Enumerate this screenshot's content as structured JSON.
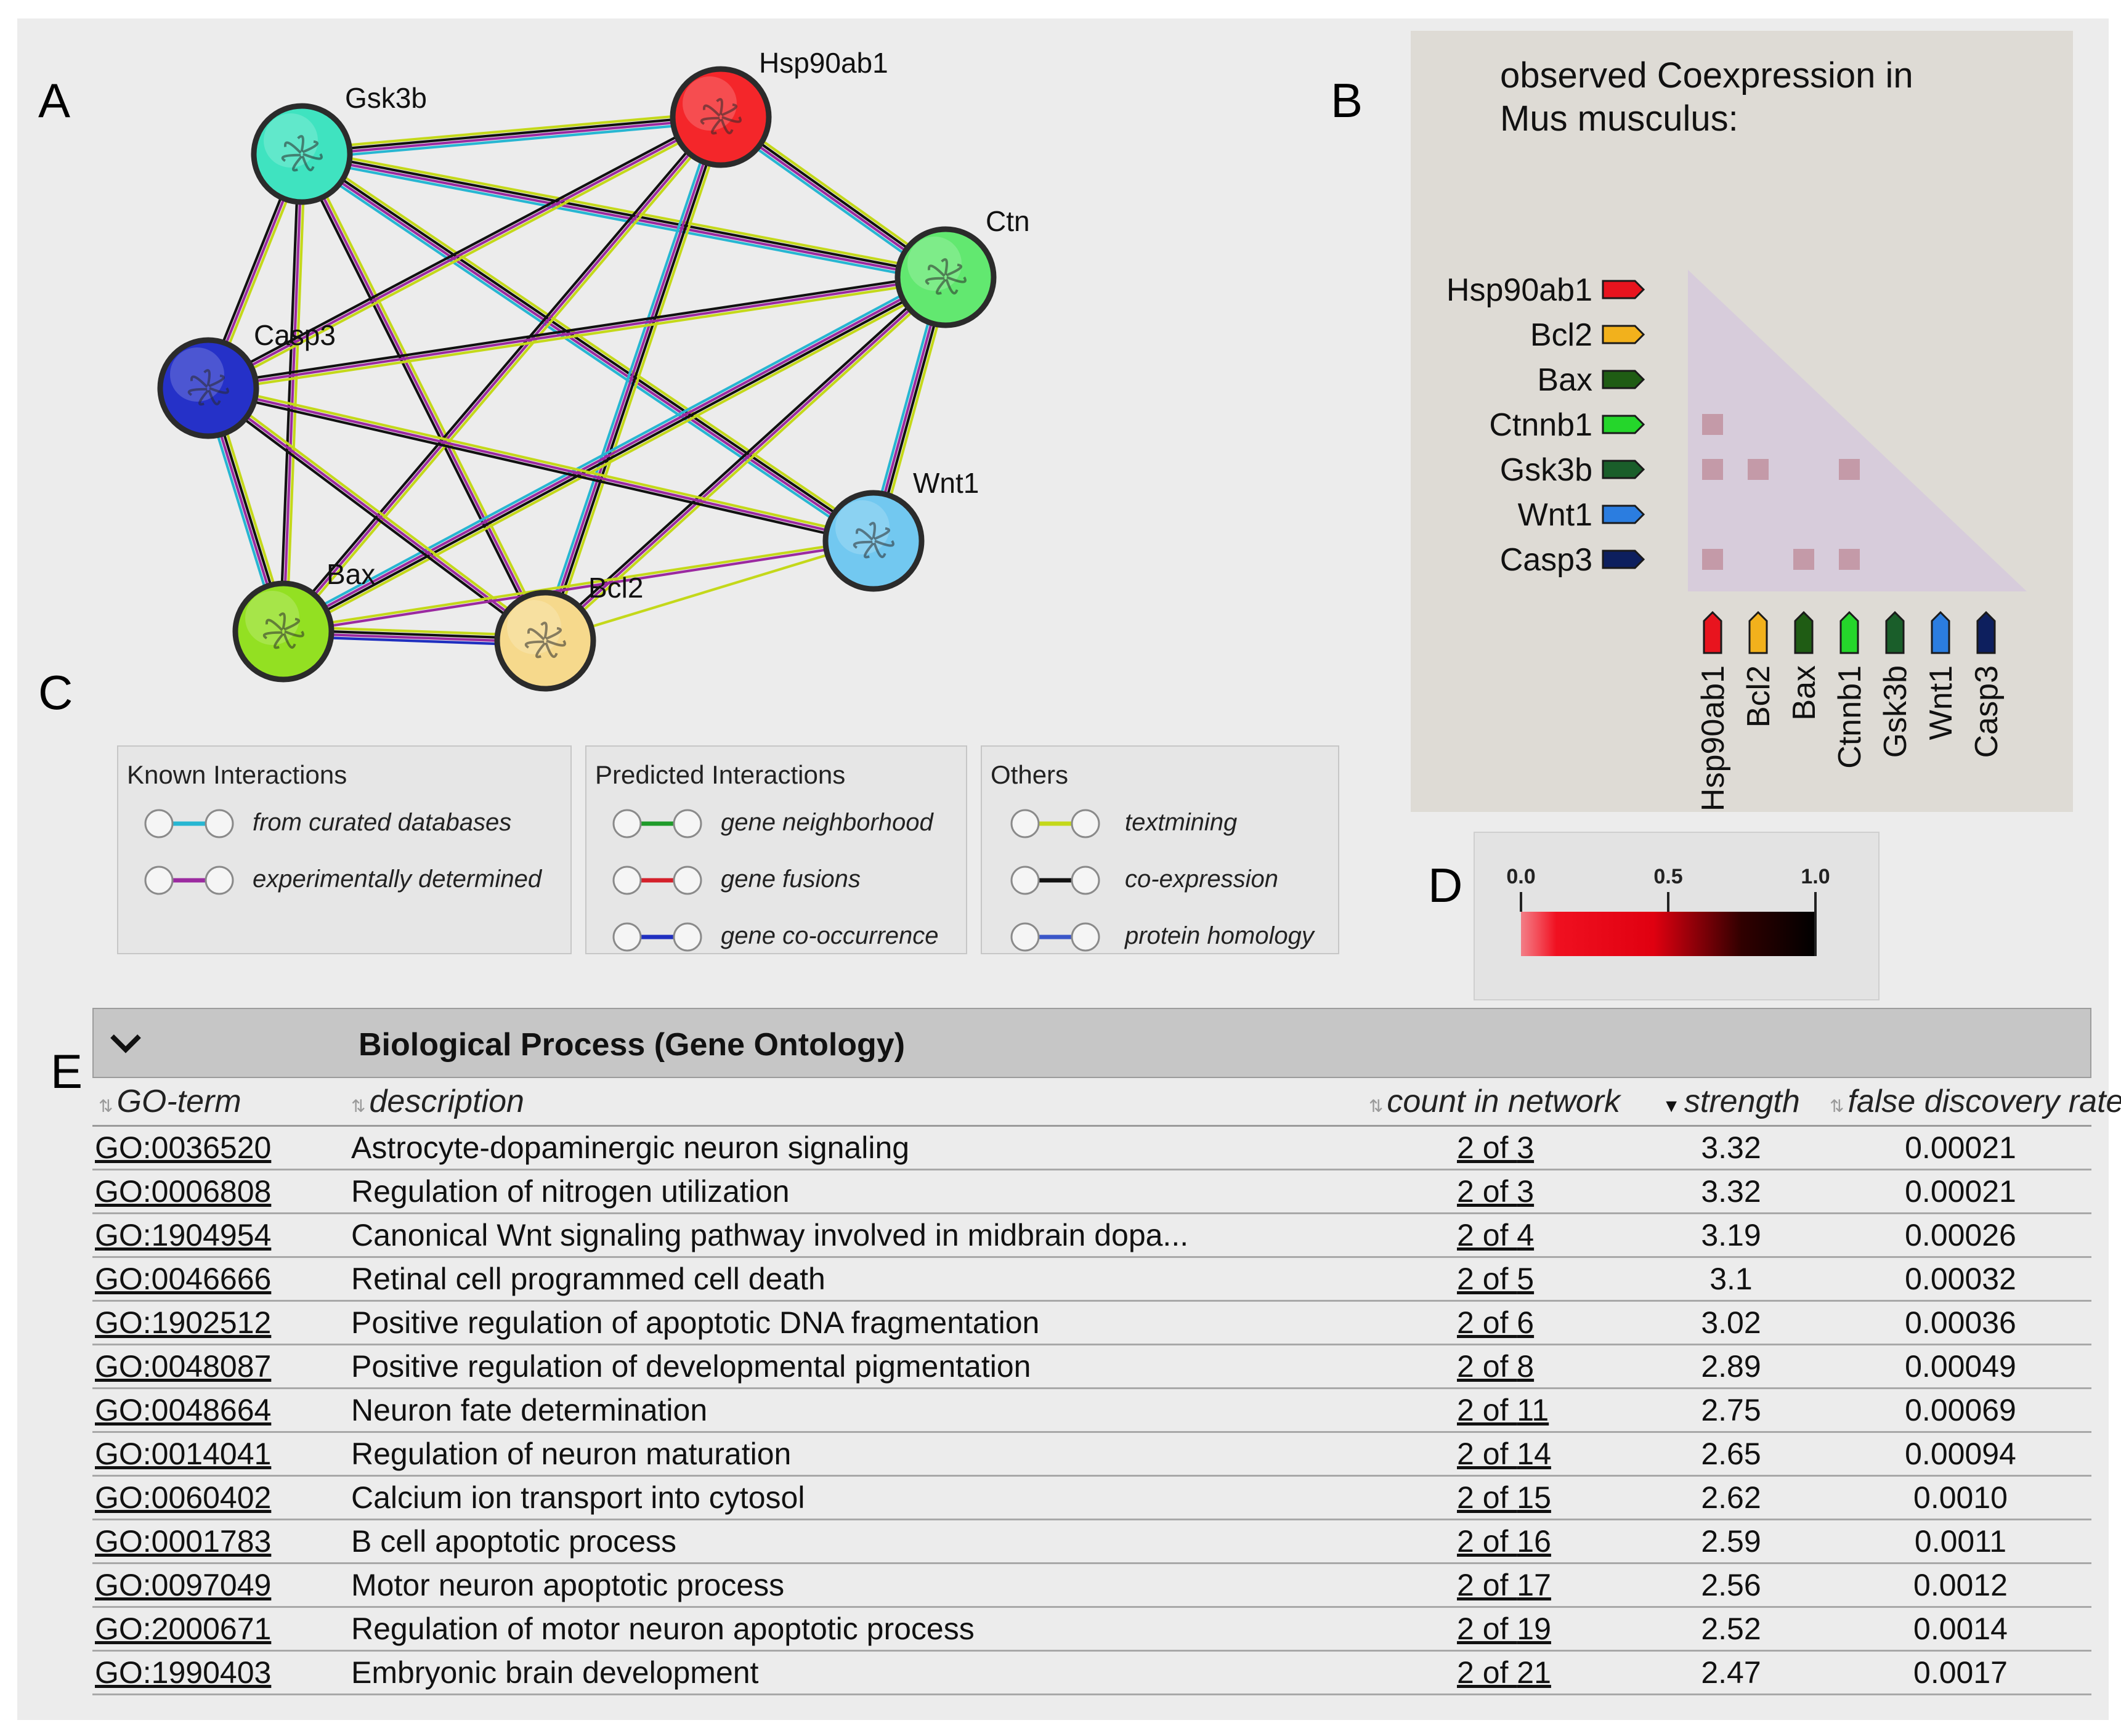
{
  "panel_letters": {
    "a": "A",
    "b": "B",
    "c": "C",
    "d": "D",
    "e": "E"
  },
  "network": {
    "nodes": [
      {
        "id": "gsk3b",
        "label": "Gsk3b",
        "color": "#3fe3c0"
      },
      {
        "id": "hsp90ab1",
        "label": "Hsp90ab1",
        "color": "#f4262a"
      },
      {
        "id": "ctn",
        "label": "Ctn",
        "color": "#62e870"
      },
      {
        "id": "casp3",
        "label": "Casp3",
        "color": "#2531c8"
      },
      {
        "id": "wnt1",
        "label": "Wnt1",
        "color": "#72c8f0"
      },
      {
        "id": "bax",
        "label": "Bax",
        "color": "#93e022"
      },
      {
        "id": "bcl2",
        "label": "Bcl2",
        "color": "#f6d98c"
      }
    ]
  },
  "coexpression": {
    "title_line1": "observed Coexpression in",
    "title_line2": "Mus musculus:",
    "genes": [
      {
        "label": "Hsp90ab1",
        "color": "#e8141e"
      },
      {
        "label": "Bcl2",
        "color": "#f2b11c"
      },
      {
        "label": "Bax",
        "color": "#1f5c14"
      },
      {
        "label": "Ctnnb1",
        "color": "#25d62b"
      },
      {
        "label": "Gsk3b",
        "color": "#1a5e2a"
      },
      {
        "label": "Wnt1",
        "color": "#2b7de0"
      },
      {
        "label": "Casp3",
        "color": "#0d1f5e"
      }
    ],
    "cells": [
      {
        "row": 3,
        "col": 0
      },
      {
        "row": 4,
        "col": 0
      },
      {
        "row": 4,
        "col": 1
      },
      {
        "row": 4,
        "col": 3
      },
      {
        "row": 6,
        "col": 0
      },
      {
        "row": 6,
        "col": 2
      },
      {
        "row": 6,
        "col": 3
      }
    ]
  },
  "legend": {
    "known": {
      "title": "Known Interactions",
      "items": [
        {
          "label": "from curated databases",
          "color": "#27b6d2"
        },
        {
          "label": "experimentally determined",
          "color": "#9b2aa0"
        }
      ]
    },
    "predicted": {
      "title": "Predicted Interactions",
      "items": [
        {
          "label": "gene neighborhood",
          "color": "#1f9b2a"
        },
        {
          "label": "gene fusions",
          "color": "#d4202a"
        },
        {
          "label": "gene co-occurrence",
          "color": "#1f2fc0"
        }
      ]
    },
    "others": {
      "title": "Others",
      "items": [
        {
          "label": "textmining",
          "color": "#c4d81a"
        },
        {
          "label": "co-expression",
          "color": "#111111"
        },
        {
          "label": "protein homology",
          "color": "#3a56c8"
        }
      ]
    }
  },
  "scale": {
    "ticks": [
      "0.0",
      "0.5",
      "1.0"
    ]
  },
  "go_table": {
    "title": "Biological Process (Gene Ontology)",
    "columns": {
      "term": "GO-term",
      "description": "description",
      "count": "count in network",
      "strength": "strength",
      "fdr": "false discovery rate"
    },
    "rows": [
      {
        "term": "GO:0036520",
        "description": "Astrocyte-dopaminergic neuron signaling",
        "count_of": "2 of ",
        "count_total": "3",
        "strength": "3.32",
        "fdr": "0.00021"
      },
      {
        "term": "GO:0006808",
        "description": "Regulation of nitrogen utilization",
        "count_of": "2 of ",
        "count_total": "3",
        "strength": "3.32",
        "fdr": "0.00021"
      },
      {
        "term": "GO:1904954",
        "description": "Canonical Wnt signaling pathway involved in midbrain dopa...",
        "count_of": "2 of ",
        "count_total": "4",
        "strength": "3.19",
        "fdr": "0.00026"
      },
      {
        "term": "GO:0046666",
        "description": "Retinal cell programmed cell death",
        "count_of": "2 of ",
        "count_total": "5",
        "strength": "3.1",
        "fdr": "0.00032"
      },
      {
        "term": "GO:1902512",
        "description": "Positive regulation of apoptotic DNA fragmentation",
        "count_of": "2 of ",
        "count_total": "6",
        "strength": "3.02",
        "fdr": "0.00036"
      },
      {
        "term": "GO:0048087",
        "description": "Positive regulation of developmental pigmentation",
        "count_of": "2 of ",
        "count_total": "8",
        "strength": "2.89",
        "fdr": "0.00049"
      },
      {
        "term": "GO:0048664",
        "description": "Neuron fate determination",
        "count_of": "2 of ",
        "count_total": "11",
        "strength": "2.75",
        "fdr": "0.00069"
      },
      {
        "term": "GO:0014041",
        "description": "Regulation of neuron maturation",
        "count_of": "2 of ",
        "count_total": "14",
        "strength": "2.65",
        "fdr": "0.00094"
      },
      {
        "term": "GO:0060402",
        "description": "Calcium ion transport into cytosol",
        "count_of": "2 of ",
        "count_total": "15",
        "strength": "2.62",
        "fdr": "0.0010"
      },
      {
        "term": "GO:0001783",
        "description": "B cell apoptotic process",
        "count_of": "2 of ",
        "count_total": "16",
        "strength": "2.59",
        "fdr": "0.0011"
      },
      {
        "term": "GO:0097049",
        "description": "Motor neuron apoptotic process",
        "count_of": "2 of ",
        "count_total": "17",
        "strength": "2.56",
        "fdr": "0.0012"
      },
      {
        "term": "GO:2000671",
        "description": "Regulation of motor neuron apoptotic process",
        "count_of": "2 of ",
        "count_total": "19",
        "strength": "2.52",
        "fdr": "0.0014"
      },
      {
        "term": "GO:1990403",
        "description": "Embryonic brain development",
        "count_of": "2 of ",
        "count_total": "21",
        "strength": "2.47",
        "fdr": "0.0017"
      }
    ]
  }
}
